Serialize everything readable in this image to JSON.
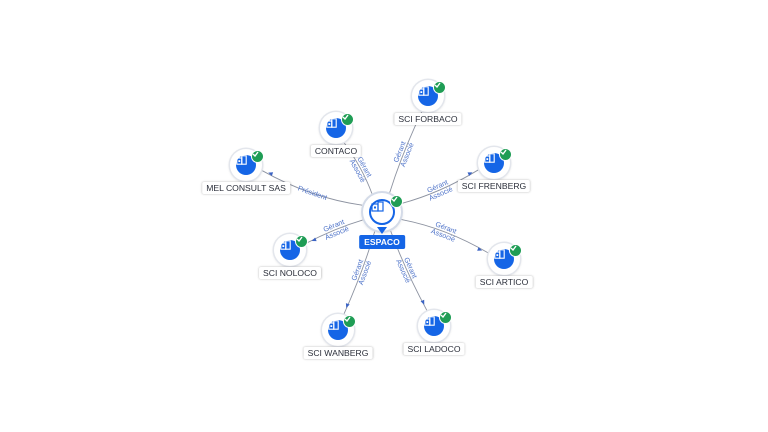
{
  "colors": {
    "accent": "#1565e6",
    "verified": "#1f9d55",
    "edge": "#8d93a1",
    "edge_label": "#4e73c9"
  },
  "center": {
    "label": "ESPACO",
    "icon": "building-icon",
    "badge": "verified-check-icon"
  },
  "nodes": [
    {
      "id": "contaco",
      "label": "CONTACO",
      "icon": "building-icon",
      "badge": "verified-check-icon"
    },
    {
      "id": "sci-forbaco",
      "label": "SCI FORBACO",
      "icon": "building-icon",
      "badge": "verified-check-icon"
    },
    {
      "id": "mel-consult-sas",
      "label": "MEL CONSULT SAS",
      "icon": "building-icon",
      "badge": "verified-check-icon"
    },
    {
      "id": "sci-frenberg",
      "label": "SCI FRENBERG",
      "icon": "building-icon",
      "badge": "verified-check-icon"
    },
    {
      "id": "sci-noloco",
      "label": "SCI NOLOCO",
      "icon": "building-icon",
      "badge": "verified-check-icon"
    },
    {
      "id": "sci-artico",
      "label": "SCI ARTICO",
      "icon": "building-icon",
      "badge": "verified-check-icon"
    },
    {
      "id": "sci-wanberg",
      "label": "SCI WANBERG",
      "icon": "building-icon",
      "badge": "verified-check-icon"
    },
    {
      "id": "sci-ladoco",
      "label": "SCI LADOCO",
      "icon": "building-icon",
      "badge": "verified-check-icon"
    }
  ],
  "edges": [
    {
      "to": "contaco",
      "lines": [
        "Gérant",
        "Associé"
      ]
    },
    {
      "to": "sci-forbaco",
      "lines": [
        "Gérant",
        "Associé"
      ]
    },
    {
      "to": "mel-consult-sas",
      "lines": [
        "Président"
      ]
    },
    {
      "to": "sci-frenberg",
      "lines": [
        "Gérant",
        "Associé"
      ]
    },
    {
      "to": "sci-noloco",
      "lines": [
        "Gérant",
        "Associé"
      ]
    },
    {
      "to": "sci-artico",
      "lines": [
        "Gérant",
        "Associé"
      ]
    },
    {
      "to": "sci-wanberg",
      "lines": [
        "Gérant",
        "Associé"
      ]
    },
    {
      "to": "sci-ladoco",
      "lines": [
        "Gérant",
        "Associé"
      ]
    }
  ]
}
